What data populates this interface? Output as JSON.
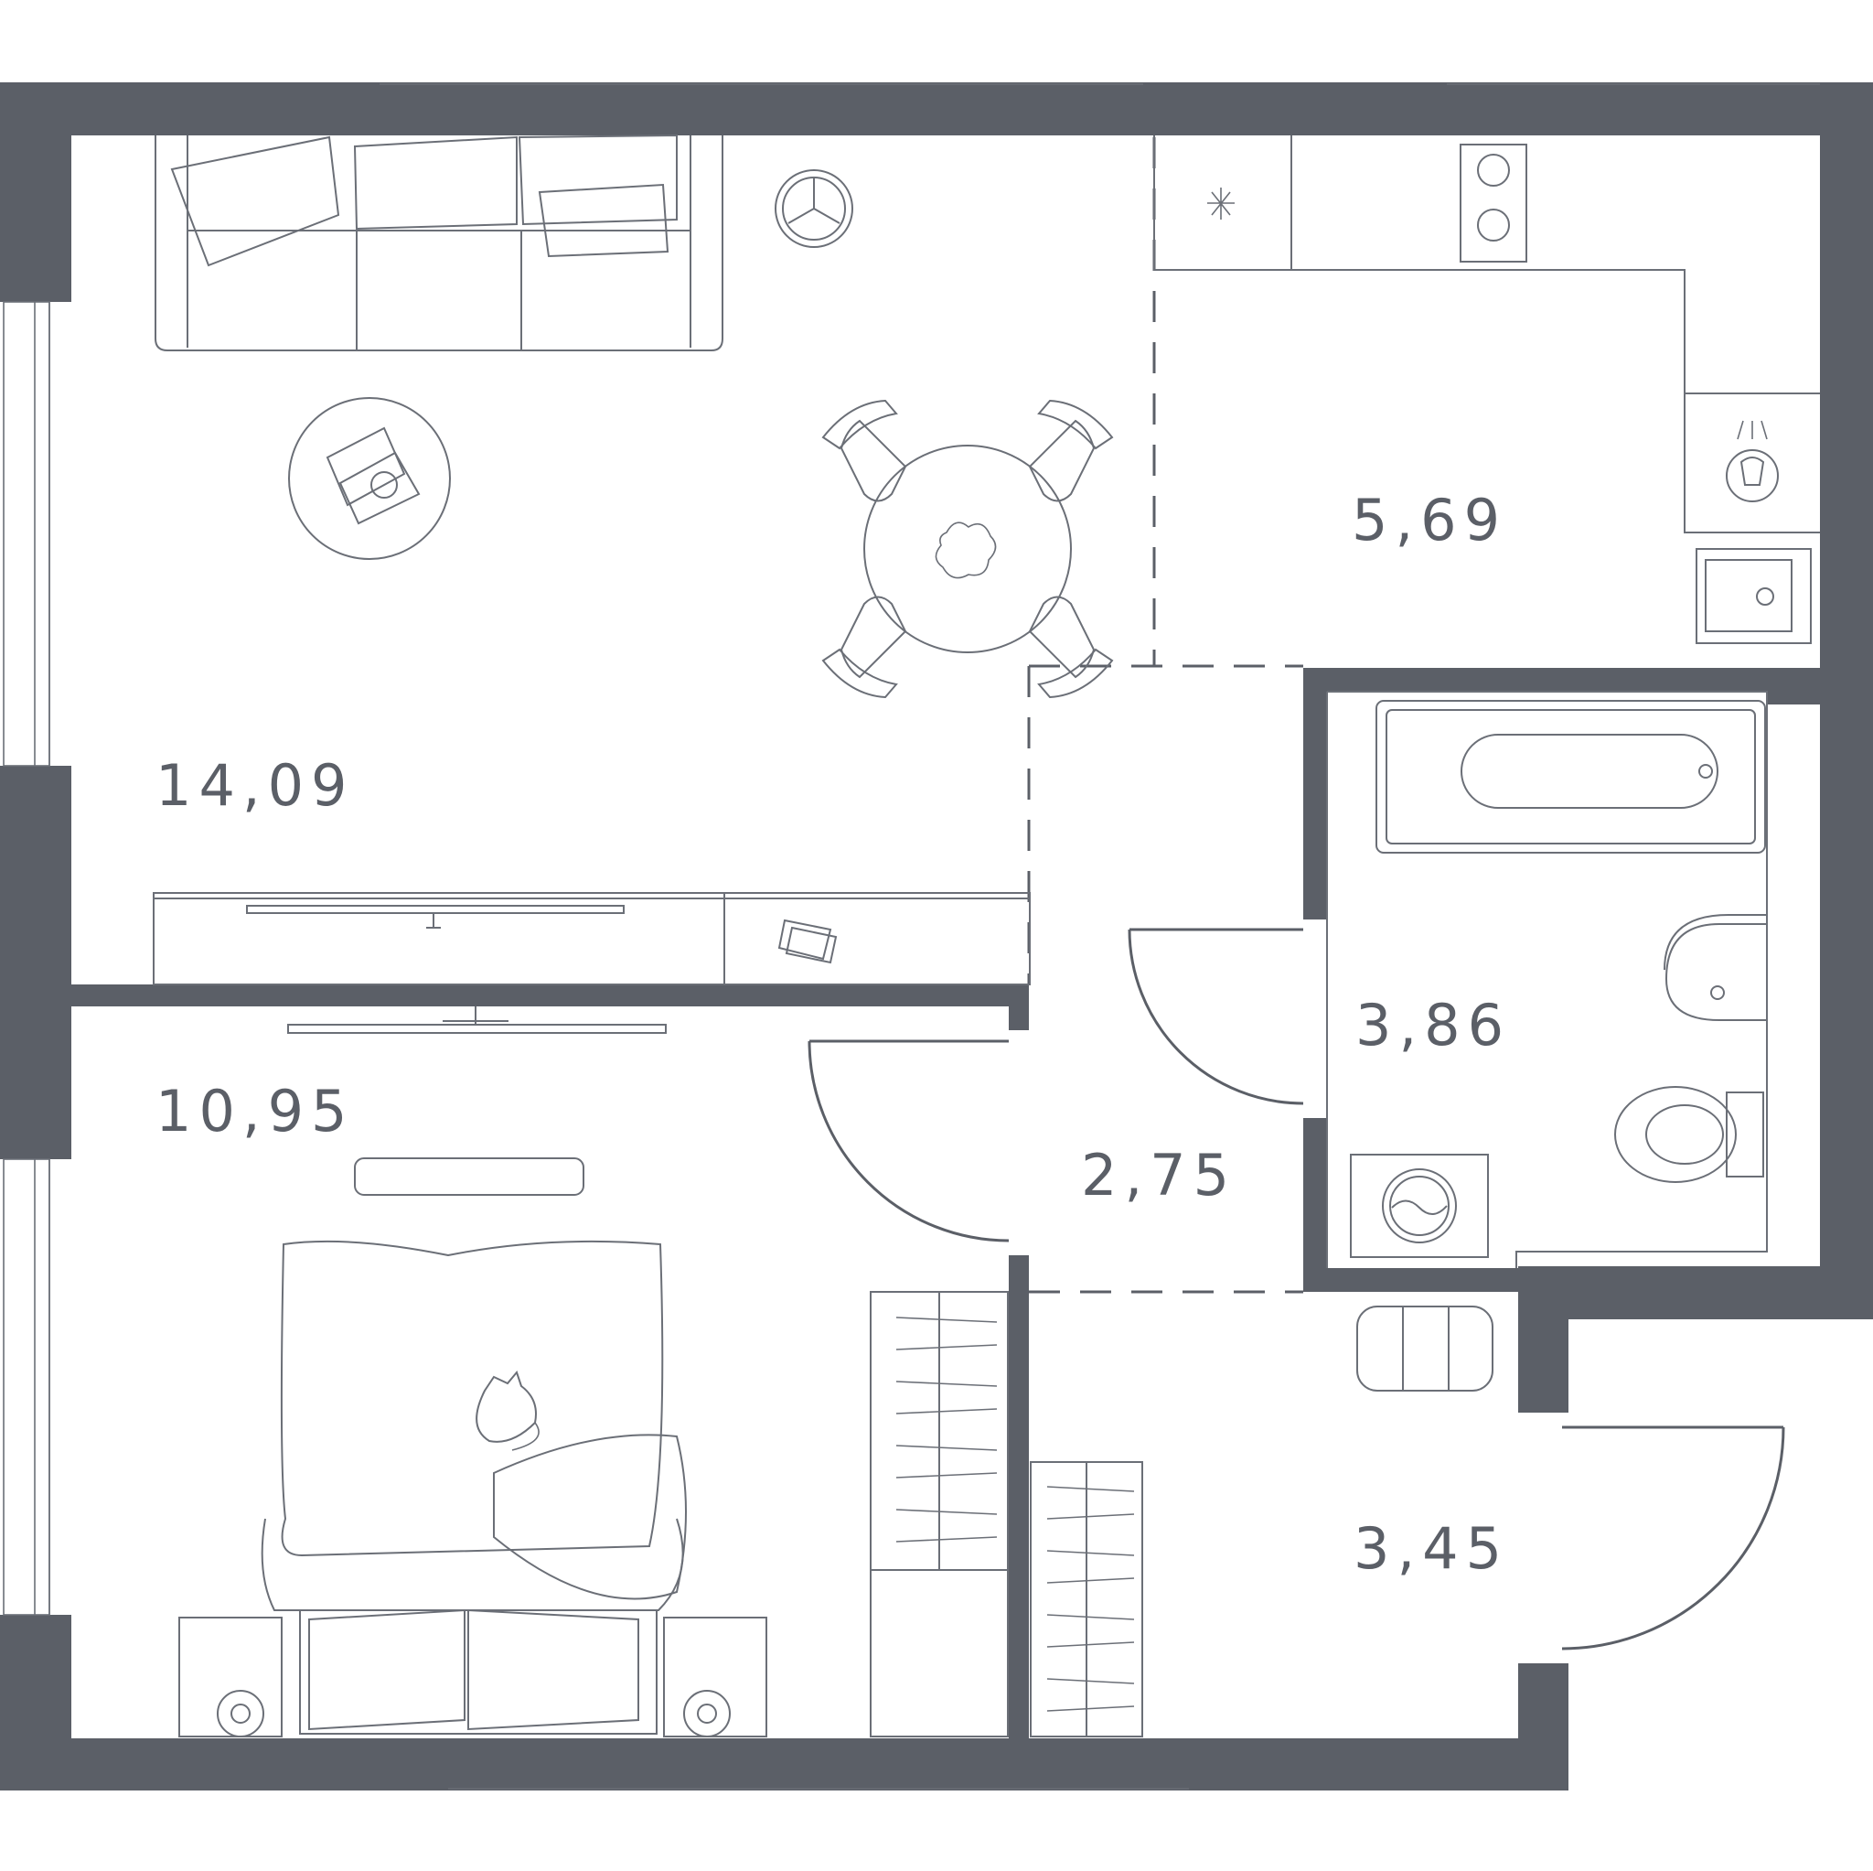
{
  "colors": {
    "wall": "#5b5f67",
    "line": "#6b6f77",
    "background": "#ffffff"
  },
  "rooms": [
    {
      "id": "living-room",
      "area": "14,09"
    },
    {
      "id": "kitchen",
      "area": "5,69"
    },
    {
      "id": "bedroom",
      "area": "10,95"
    },
    {
      "id": "corridor",
      "area": "2,75"
    },
    {
      "id": "bathroom",
      "area": "3,86"
    },
    {
      "id": "hallway",
      "area": "3,45"
    }
  ],
  "icons": [
    "sofa-icon",
    "round-table-icon",
    "dining-table-icon",
    "dining-chair-icon",
    "robot-vacuum-icon",
    "tv-stand-icon",
    "tv-icon",
    "stove-icon",
    "fridge-icon",
    "sink-icon",
    "bathtub-icon",
    "washbasin-icon",
    "toilet-icon",
    "washing-machine-icon",
    "bed-icon",
    "cat-icon",
    "nightstand-icon",
    "wardrobe-icon",
    "pouf-icon",
    "door-swing-icon",
    "window-icon"
  ]
}
